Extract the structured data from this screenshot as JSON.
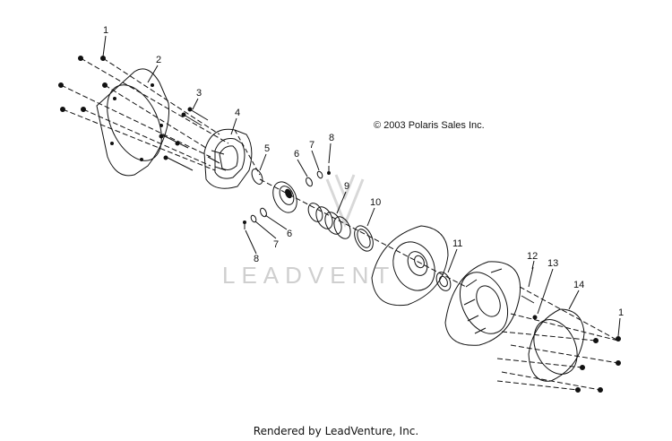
{
  "diagram": {
    "copyright": "© 2003 Polaris Sales Inc.",
    "watermark": "LEADVENT",
    "footer": "Rendered by LeadVenture, Inc.",
    "callouts": {
      "c1_top": "1",
      "c2": "2",
      "c3": "3",
      "c4": "4",
      "c5": "5",
      "c6_upper": "6",
      "c7_upper": "7",
      "c8_upper": "8",
      "c9": "9",
      "c10": "10",
      "c6_lower": "6",
      "c7_lower": "7",
      "c8_lower": "8",
      "c11": "11",
      "c12": "12",
      "c13": "13",
      "c14": "14",
      "c1_right": "1"
    }
  }
}
